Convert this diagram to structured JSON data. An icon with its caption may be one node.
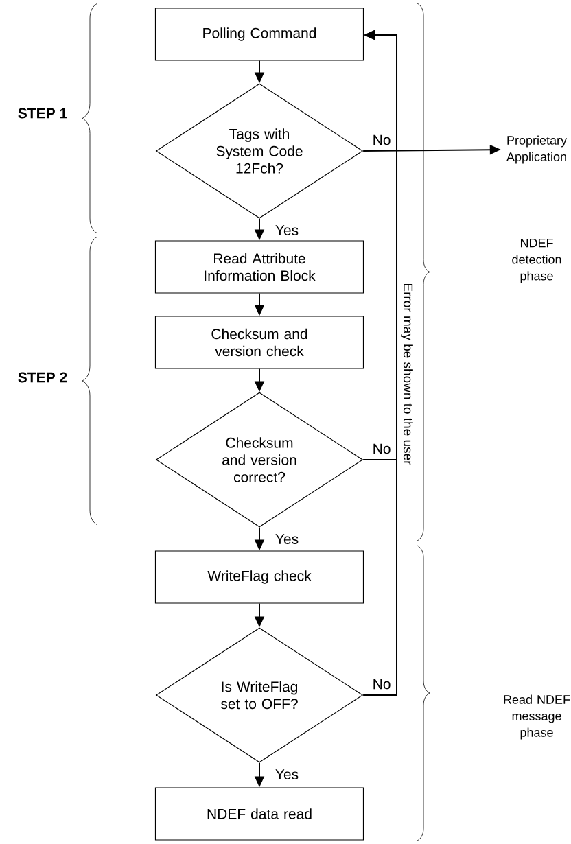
{
  "diagram": {
    "nodes": [
      {
        "text": [
          "Polling Command"
        ]
      },
      {
        "text": [
          "Tags with System Code 12Fch?"
        ]
      },
      {
        "text": [
          "Read Attribute Information Block"
        ]
      },
      {
        "text": [
          "Checksum and version check"
        ]
      },
      {
        "text": [
          "Checksum and version correct?"
        ]
      },
      {
        "text": [
          "WriteFlag check"
        ]
      },
      {
        "text": [
          "Is WriteFlag set to OFF?"
        ]
      },
      {
        "text": [
          "NDEF data read"
        ]
      },
      {
        "text": [
          "Proprietary Application"
        ]
      }
    ],
    "edges": [
      {
        "from": 0,
        "to": 1,
        "arrow": "to"
      },
      {
        "from": 1,
        "to": 8,
        "arrow": "to",
        "label": "No"
      },
      {
        "from": 1,
        "to": 2,
        "arrow": "to",
        "label": "Yes"
      },
      {
        "from": 2,
        "to": 3,
        "arrow": "to"
      },
      {
        "from": 3,
        "to": 4,
        "arrow": "to"
      },
      {
        "from": 4,
        "to": 0,
        "arrow": "to",
        "label": "No"
      },
      {
        "from": 4,
        "to": 5,
        "arrow": "to",
        "label": "Yes"
      },
      {
        "from": 5,
        "to": 6,
        "arrow": "to"
      },
      {
        "from": 6,
        "to": 0,
        "arrow": "to",
        "label": "No"
      },
      {
        "from": 6,
        "to": 7,
        "arrow": "to",
        "label": "Yes"
      }
    ],
    "labels": [
      "STEP 1",
      "NDEF detection phase",
      "STEP 2",
      "Error may be shown to the user",
      "Read NDEF message phase"
    ]
  }
}
